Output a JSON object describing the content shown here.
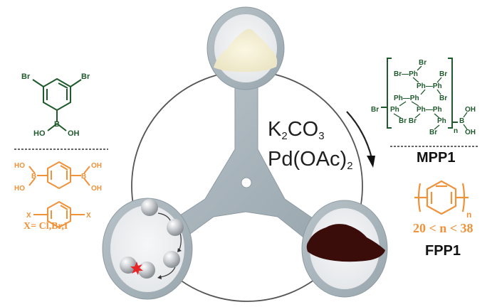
{
  "figure": {
    "type": "reaction-scheme",
    "description": "Ball-milling synthesis of hyperbranched/linear polyphenylenes"
  },
  "monomers": {
    "branched_monomer": {
      "atoms": {
        "br_left": "Br",
        "br_right": "Br",
        "boron": "B",
        "oh_left": "HO",
        "oh_right": "OH"
      },
      "color": "#1e5a2c"
    },
    "linear_monomer_a": {
      "atoms": {
        "oh_tl": "HO",
        "oh_bl": "HO",
        "b_left": "B",
        "b_right": "B",
        "oh_tr": "OH",
        "oh_br": "OH"
      },
      "color": "#f0923a"
    },
    "linear_monomer_b": {
      "atoms": {
        "x_left": "X",
        "x_right": "X"
      },
      "substituents_label": "X= Cl,Br,I",
      "color": "#f0923a"
    }
  },
  "conditions": {
    "base": "K",
    "base_sub": "2",
    "base_rest": "CO",
    "base_sub2": "3",
    "catalyst": "Pd(OAc)",
    "catalyst_sub": "2"
  },
  "products": {
    "mpp1": {
      "name": "MPP1",
      "color": "#1e5a2c",
      "structure_labels": [
        "Br",
        "Br—Ph",
        "Br",
        "Ph—Ph",
        "Ph—Ph",
        "Br",
        "Br—Ph",
        "Ph—Ph",
        "OH",
        "Br Br",
        "Ph—B",
        "Br",
        "n",
        "OH"
      ]
    },
    "fpp1": {
      "name": "FPP1",
      "repeat_subscript": "n",
      "range": "20 < n < 38",
      "color": "#f0923a"
    }
  },
  "mill": {
    "top_disc": "white powder (monomer)",
    "left_disc": "milling balls with collision spark",
    "right_disc": "dark brown powder (polymer)",
    "rotation_arrow": "clockwise"
  },
  "colors": {
    "green": "#1e5a2c",
    "orange": "#f0923a",
    "frame": "#a9b5bc",
    "frame_dark": "#8e9ba2",
    "disc_inner": "#eef0f2",
    "product_powder": "#3a0d0a",
    "spark": "#e8262a"
  }
}
